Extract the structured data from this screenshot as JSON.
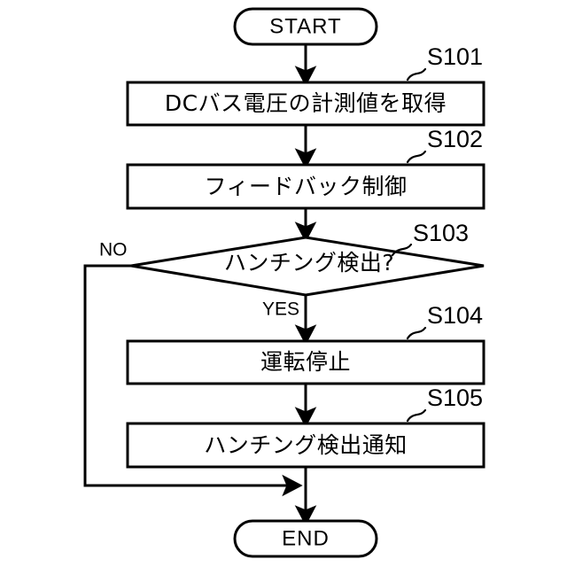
{
  "diagram": {
    "type": "flowchart",
    "title": "",
    "language": "ja",
    "nodes": {
      "start": {
        "label": "START",
        "shape": "terminator"
      },
      "s101": {
        "label": "DCバス電圧の計測値を取得",
        "shape": "process",
        "step": "S101"
      },
      "s102": {
        "label": "フィードバック制御",
        "shape": "process",
        "step": "S102"
      },
      "s103": {
        "label": "ハンチング検出?",
        "shape": "decision",
        "step": "S103"
      },
      "s104": {
        "label": "運転停止",
        "shape": "process",
        "step": "S104"
      },
      "s105": {
        "label": "ハンチング検出通知",
        "shape": "process",
        "step": "S105"
      },
      "end": {
        "label": "END",
        "shape": "terminator"
      }
    },
    "branches": {
      "no": "NO",
      "yes": "YES"
    },
    "colors": {
      "stroke": "#000000",
      "fill": "#ffffff",
      "text": "#000000"
    }
  }
}
